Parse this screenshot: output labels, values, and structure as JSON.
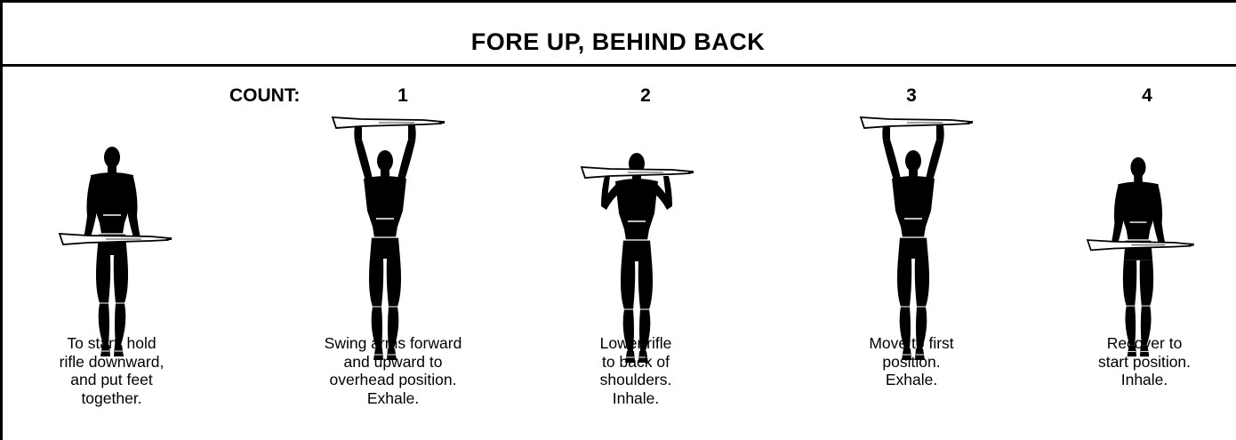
{
  "title": "FORE UP, BEHIND BACK",
  "count_label": "COUNT:",
  "counts": [
    "1",
    "2",
    "3",
    "4"
  ],
  "steps": [
    {
      "lines": [
        "To start, hold",
        "rifle downward,",
        "and put feet",
        "together."
      ]
    },
    {
      "lines": [
        "Swing arms forward",
        "and upward to",
        "overhead position.",
        "Exhale."
      ]
    },
    {
      "lines": [
        "Lower rifle",
        "to back of",
        "shoulders.",
        "Inhale."
      ]
    },
    {
      "lines": [
        "Move to first",
        "position.",
        "Exhale."
      ]
    },
    {
      "lines": [
        "Recover to",
        "start position.",
        "Inhale."
      ]
    }
  ]
}
